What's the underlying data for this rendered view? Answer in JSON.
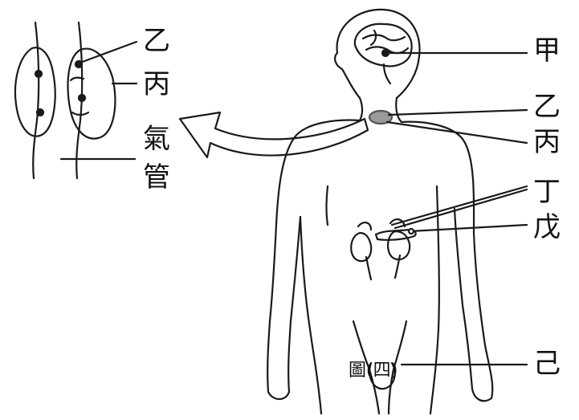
{
  "labels": {
    "jia": "甲",
    "yi_main": "乙",
    "bing_main": "丙",
    "ding": "丁",
    "wu": "戊",
    "ji": "己",
    "yi_inset": "乙",
    "bing_inset": "丙",
    "trachea_1": "氣",
    "trachea_2": "管"
  },
  "caption": "圖(四)",
  "colors": {
    "outline": "#1a1a1a",
    "gland_gray": "#9a9a9a",
    "arrow_fill": "#ffffff"
  }
}
